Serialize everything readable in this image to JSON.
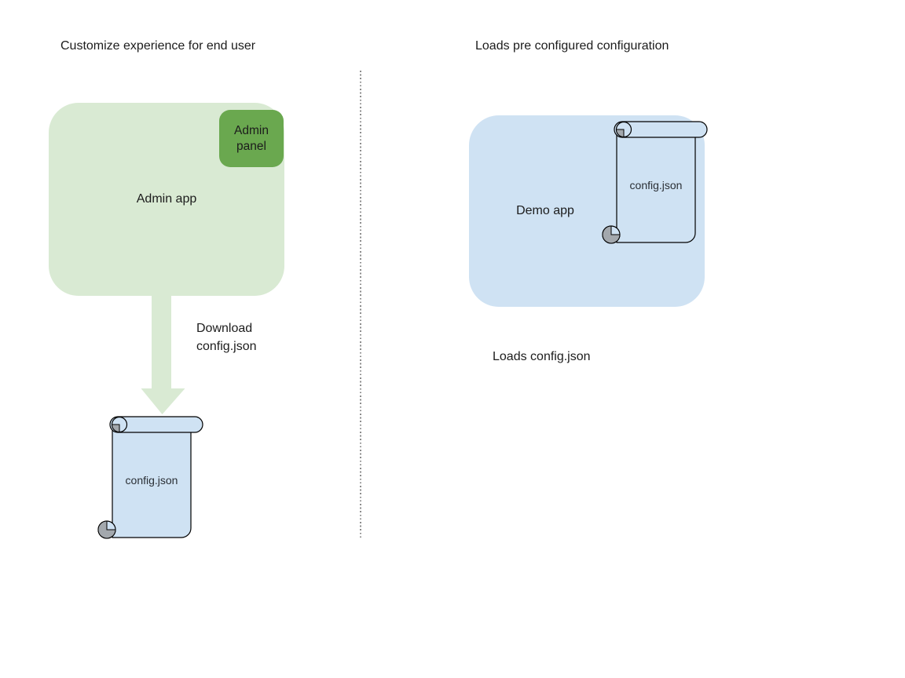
{
  "page": {
    "background": "#ffffff"
  },
  "left": {
    "title": "Customize experience for end user",
    "admin_app_label": "Admin app",
    "admin_panel_label": "Admin panel",
    "arrow_caption": "Download\nconfig.json",
    "config_file_label": "config.json"
  },
  "right": {
    "title": "Loads pre configured configuration",
    "demo_app_label": "Demo app",
    "config_file_label": "config.json",
    "caption": "Loads config.json"
  },
  "colors": {
    "light_green": "#d9ead3",
    "green": "#6aa84f",
    "light_blue": "#cfe2f3",
    "scroll_shade_gray": "#a3a8ad",
    "outline_black": "#000000",
    "divider_gray": "#8c8c8c",
    "text_dark": "#1c1c1c"
  }
}
